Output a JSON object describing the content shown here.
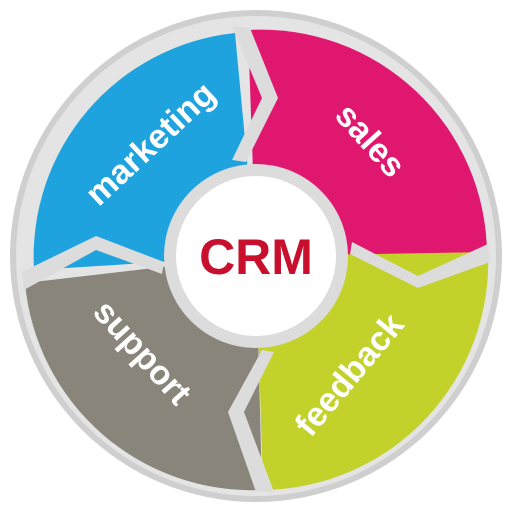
{
  "diagram": {
    "center_label": "CRM",
    "center_color": "#c8102e",
    "ring_color": "#dcdcdc",
    "segments": [
      {
        "label": "marketing",
        "color": "#1ea3df"
      },
      {
        "label": "sales",
        "color": "#e0176f"
      },
      {
        "label": "feedback",
        "color": "#c3d22a"
      },
      {
        "label": "support",
        "color": "#8a857b"
      }
    ]
  }
}
